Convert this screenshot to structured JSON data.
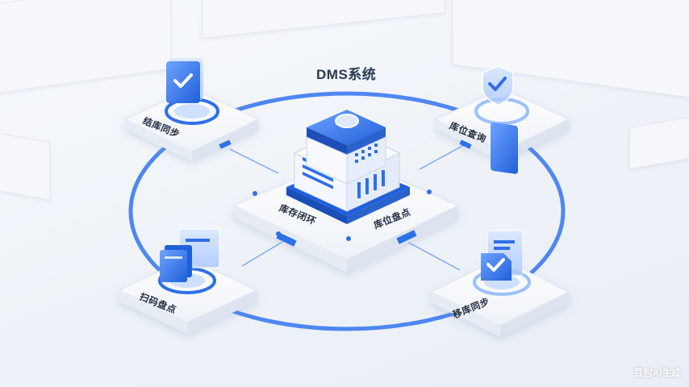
{
  "diagram": {
    "title": "DMS系统",
    "center": {
      "label_left": "库存闭环",
      "label_right": "库位盘点"
    },
    "nodes": [
      {
        "id": "top-left",
        "label": "结库同步",
        "icon": "shield-check-folder-icon"
      },
      {
        "id": "top-right",
        "label": "库位查询",
        "icon": "shield-check-icon"
      },
      {
        "id": "bottom-left",
        "label": "扫码盘点",
        "icon": "document-stack-icon"
      },
      {
        "id": "bottom-right",
        "label": "移库同步",
        "icon": "document-check-icon"
      }
    ],
    "colors": {
      "accent": "#2f6fe8",
      "accent_light": "#9cc0ff",
      "platform": "#ffffff",
      "ring": "#3d7bf0"
    }
  },
  "watermark": "豆包AI生成"
}
